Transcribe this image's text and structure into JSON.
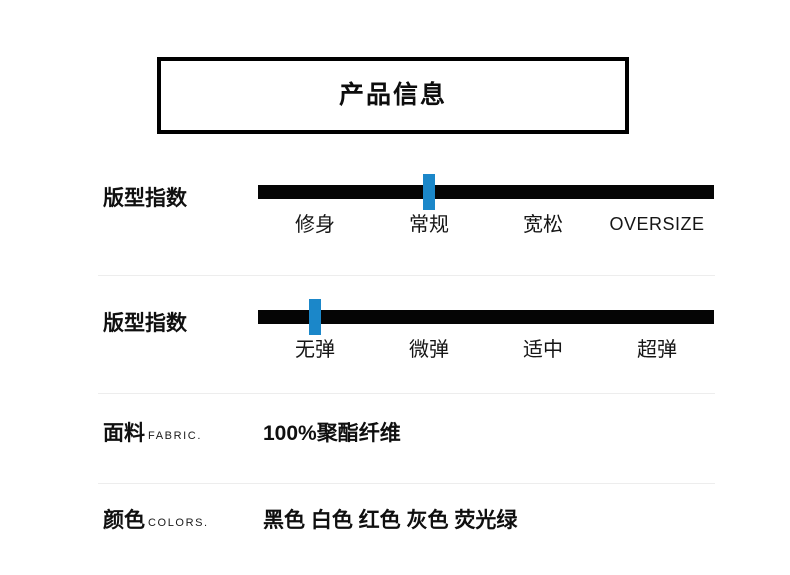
{
  "header": {
    "title": "产品信息"
  },
  "rows": [
    {
      "label": "版型指数",
      "label_en": "",
      "type": "slider",
      "ticks": [
        "修身",
        "常规",
        "宽松",
        "OVERSIZE"
      ],
      "selected_index": 1,
      "thumb_color": "#1b87c9",
      "track_color": "#050505"
    },
    {
      "label": "版型指数",
      "label_en": "",
      "type": "slider",
      "ticks": [
        "无弹",
        "微弹",
        "适中",
        "超弹"
      ],
      "selected_index": 0,
      "thumb_color": "#1b87c9",
      "track_color": "#050505"
    },
    {
      "label": "面料",
      "label_en": "FABRIC.",
      "type": "text",
      "value": "100%聚酯纤维"
    },
    {
      "label": "颜色",
      "label_en": "COLORS.",
      "type": "text",
      "value": "黑色 白色 红色 灰色 荧光绿"
    }
  ]
}
